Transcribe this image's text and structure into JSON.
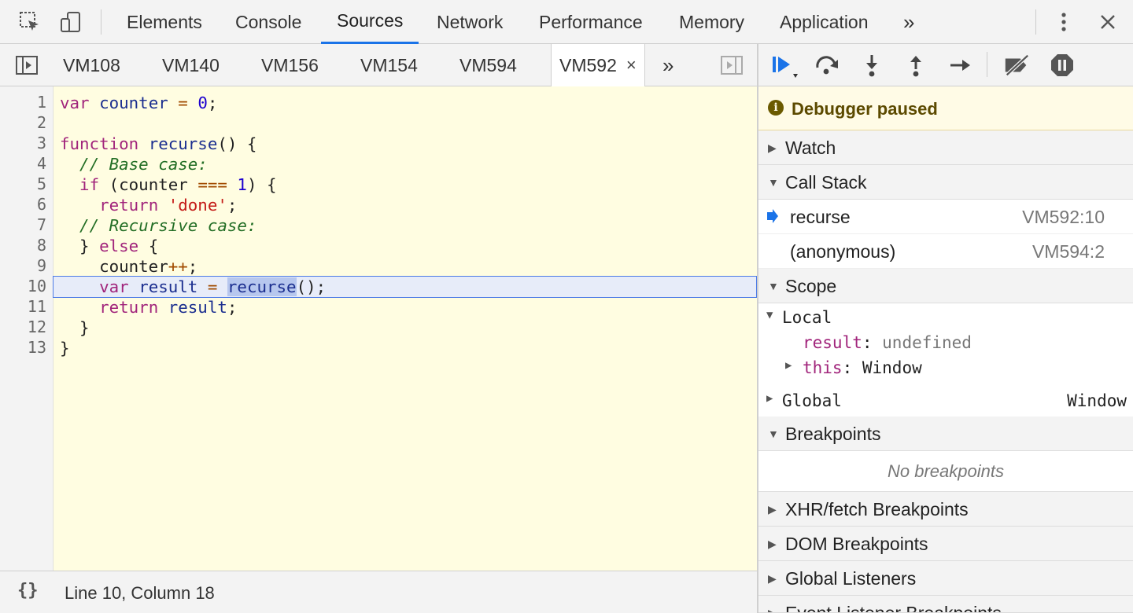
{
  "toolbar": {
    "icons": [
      "inspect-element-icon",
      "device-toolbar-icon"
    ],
    "tabs": [
      {
        "label": "Elements"
      },
      {
        "label": "Console"
      },
      {
        "label": "Sources",
        "active": true
      },
      {
        "label": "Network"
      },
      {
        "label": "Performance"
      },
      {
        "label": "Memory"
      },
      {
        "label": "Application"
      }
    ],
    "more_label": "»",
    "menu_icon": "kebab-menu-icon",
    "close_icon": "close-icon"
  },
  "file_tabs": {
    "tabs": [
      {
        "label": "VM108"
      },
      {
        "label": "VM140"
      },
      {
        "label": "VM156"
      },
      {
        "label": "VM154"
      },
      {
        "label": "VM594"
      },
      {
        "label": "VM592",
        "active": true,
        "close": "×"
      }
    ],
    "more_label": "»"
  },
  "editor": {
    "line_numbers": [
      "1",
      "2",
      "3",
      "4",
      "5",
      "6",
      "7",
      "8",
      "9",
      "10",
      "11",
      "12",
      "13"
    ],
    "paused_line": "10",
    "status": {
      "braces": "{}",
      "position": "Line 10, Column 18"
    },
    "background_color": "#fffde1",
    "highlight_color": "#e7ecf9"
  },
  "debugger": {
    "paused_message": "Debugger paused",
    "sections": {
      "watch": "Watch",
      "call_stack": "Call Stack",
      "scope": "Scope",
      "breakpoints": "Breakpoints",
      "xhr": "XHR/fetch Breakpoints",
      "dom": "DOM Breakpoints",
      "global_listeners": "Global Listeners",
      "event_listeners": "Event Listener Breakpoints"
    },
    "call_stack": [
      {
        "name": "recurse",
        "location": "VM592:10",
        "current": true
      },
      {
        "name": "(anonymous)",
        "location": "VM594:2"
      }
    ],
    "scope": {
      "local_label": "Local",
      "result_name": "result",
      "result_value": "undefined",
      "this_name": "this",
      "this_value": "Window",
      "global_label": "Global",
      "global_value": "Window"
    },
    "no_breakpoints": "No breakpoints"
  }
}
